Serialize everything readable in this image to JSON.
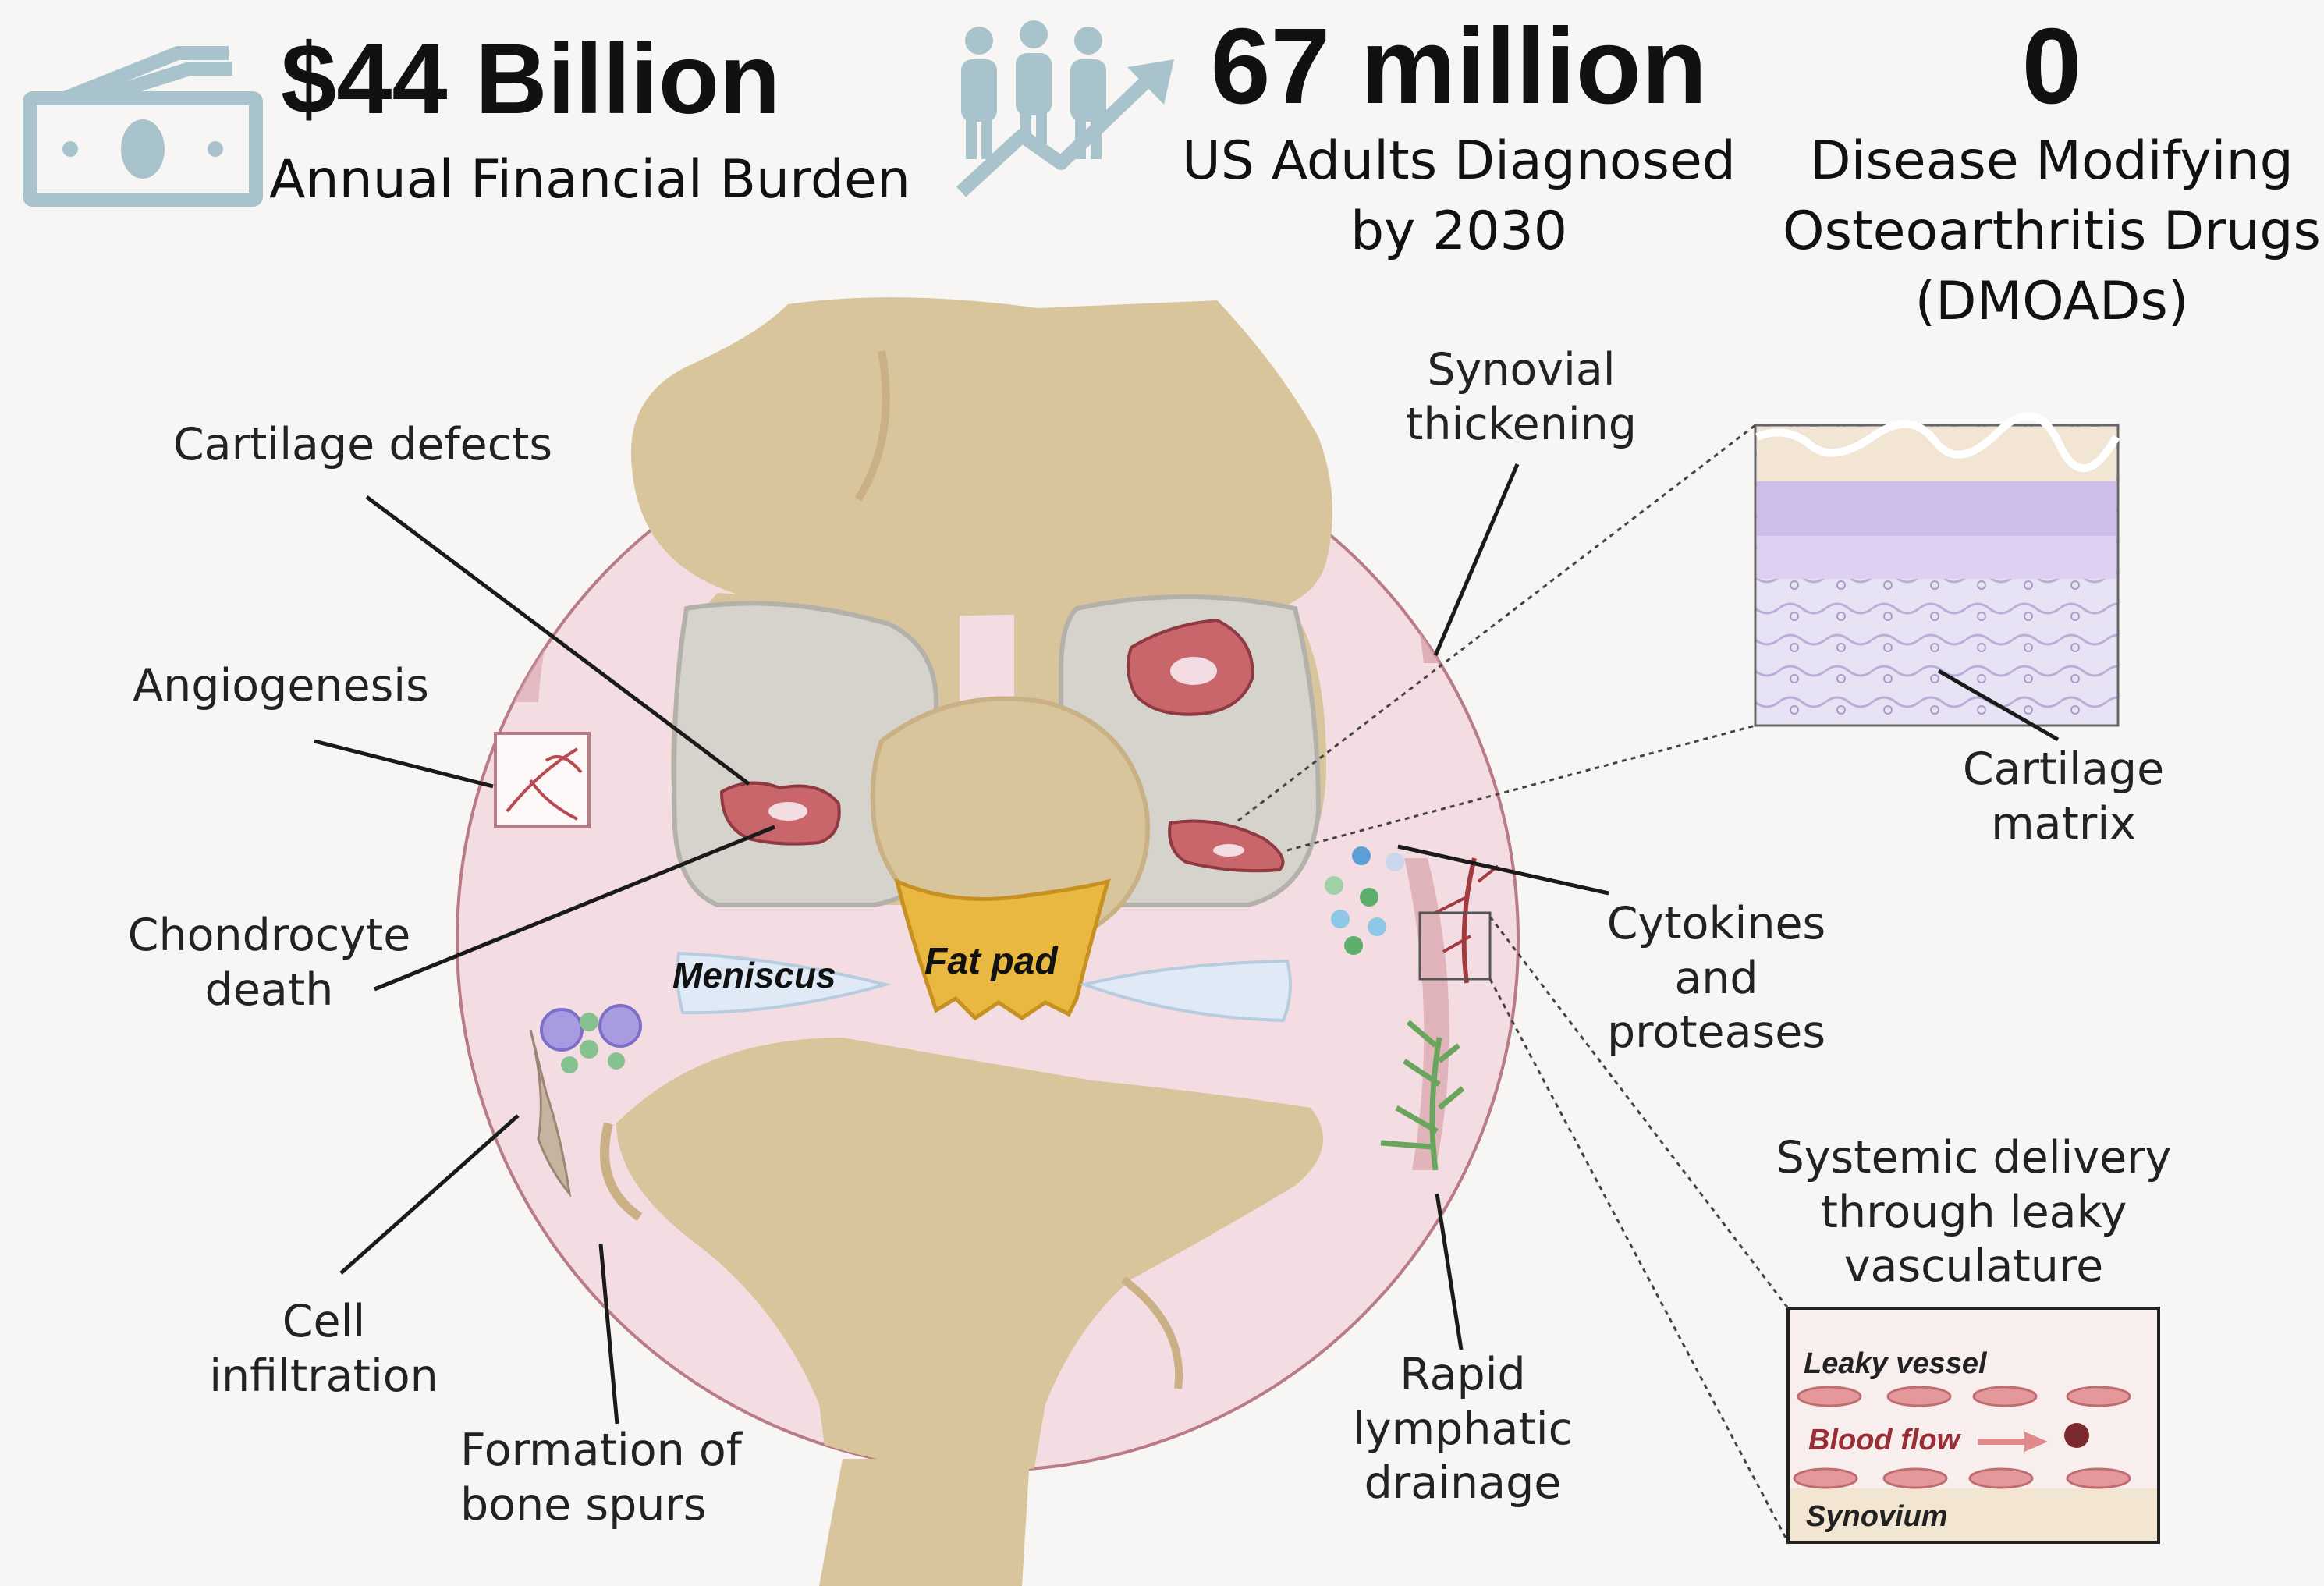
{
  "stats": [
    {
      "value": "$44 Billion",
      "caption": "Annual Financial Burden",
      "icon": "money-icon"
    },
    {
      "value": "67 million",
      "caption_line1": "US Adults Diagnosed",
      "caption_line2": "by 2030",
      "icon": "people-growth-icon"
    },
    {
      "value": "0",
      "caption_line1": "Disease Modifying",
      "caption_line2": "Osteoarthritis Drugs",
      "caption_line3": "(DMOADs)"
    }
  ],
  "labels": {
    "cartilage_defects": "Cartilage defects",
    "synovial_1": "Synovial",
    "synovial_2": "thickening",
    "angiogenesis": "Angiogenesis",
    "chondrocyte_1": "Chondrocyte",
    "chondrocyte_2": "death",
    "meniscus": "Meniscus",
    "fat_pad": "Fat pad",
    "cartilage_matrix_1": "Cartilage",
    "cartilage_matrix_2": "matrix",
    "cytokines_1": "Cytokines",
    "cytokines_2": "and",
    "cytokines_3": "proteases",
    "systemic_1": "Systemic delivery",
    "systemic_2": "through leaky",
    "systemic_3": "vasculature",
    "cell_1": "Cell",
    "cell_2": "infiltration",
    "spurs_1": "Formation of",
    "spurs_2": "bone spurs",
    "lymph_1": "Rapid",
    "lymph_2": "lymphatic",
    "lymph_3": "drainage",
    "leaky_vessel": "Leaky vessel",
    "blood_flow": "Blood flow",
    "synovium": "Synovium"
  },
  "colors": {
    "icon_blue": "#a9c3cc",
    "bone": "#d9c59b",
    "joint_capsule": "#f3dde2",
    "capsule_edge": "#d89aa3",
    "lesion": "#c9666b",
    "meniscus": "#dfeaf6",
    "fat_pad": "#e9b840"
  }
}
